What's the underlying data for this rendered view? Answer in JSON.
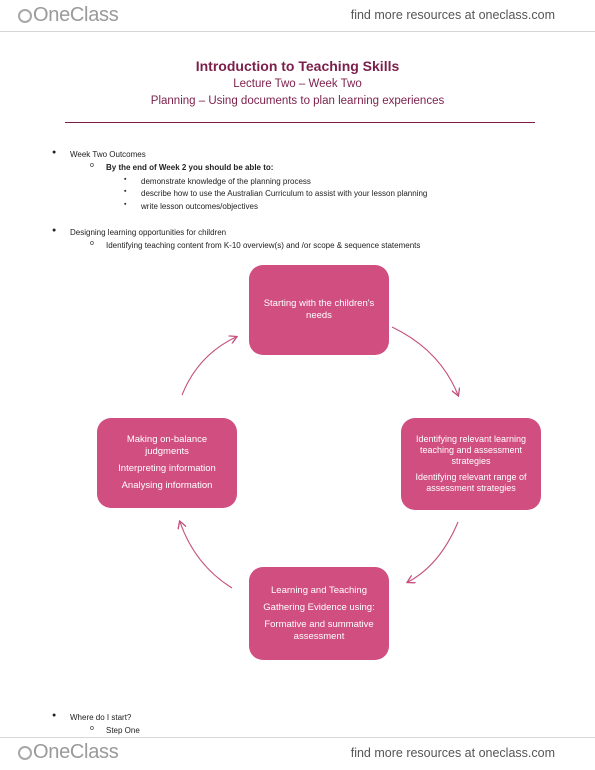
{
  "header": {
    "logo": "OneClass",
    "tagline": "find more resources at oneclass.com"
  },
  "footer": {
    "logo": "OneClass",
    "tagline": "find more resources at oneclass.com"
  },
  "titles": {
    "main": "Introduction to Teaching Skills",
    "lecture": "Lecture Two – Week Two",
    "topic": "Planning – Using documents to plan learning experiences"
  },
  "outcomes": {
    "heading": "Week Two Outcomes",
    "subheading": "By the end of Week 2 you should be able to:",
    "items": [
      "demonstrate knowledge of the planning process",
      "describe how to use the Australian Curriculum to assist with your lesson planning",
      "write lesson outcomes/objectives"
    ]
  },
  "designing": {
    "heading": "Designing learning opportunities for children",
    "sub": "Identifying teaching content from K-10 overview(s) and /or scope & sequence statements"
  },
  "diagram": {
    "top": [
      "Starting with the children's needs"
    ],
    "right": [
      "Identifying relevant learning teaching and assessment strategies",
      "Identifying relevant range of assessment strategies"
    ],
    "bottom": [
      "Learning and Teaching",
      "Gathering Evidence using:",
      "Formative and summative assessment"
    ],
    "left": [
      "Making on-balance judgments",
      "Interpreting information",
      "Analysing information"
    ],
    "box_color": "#d14e80",
    "arrow_color": "#c4507d"
  },
  "closing": {
    "question": "Where do I start?",
    "step": "Step One"
  }
}
